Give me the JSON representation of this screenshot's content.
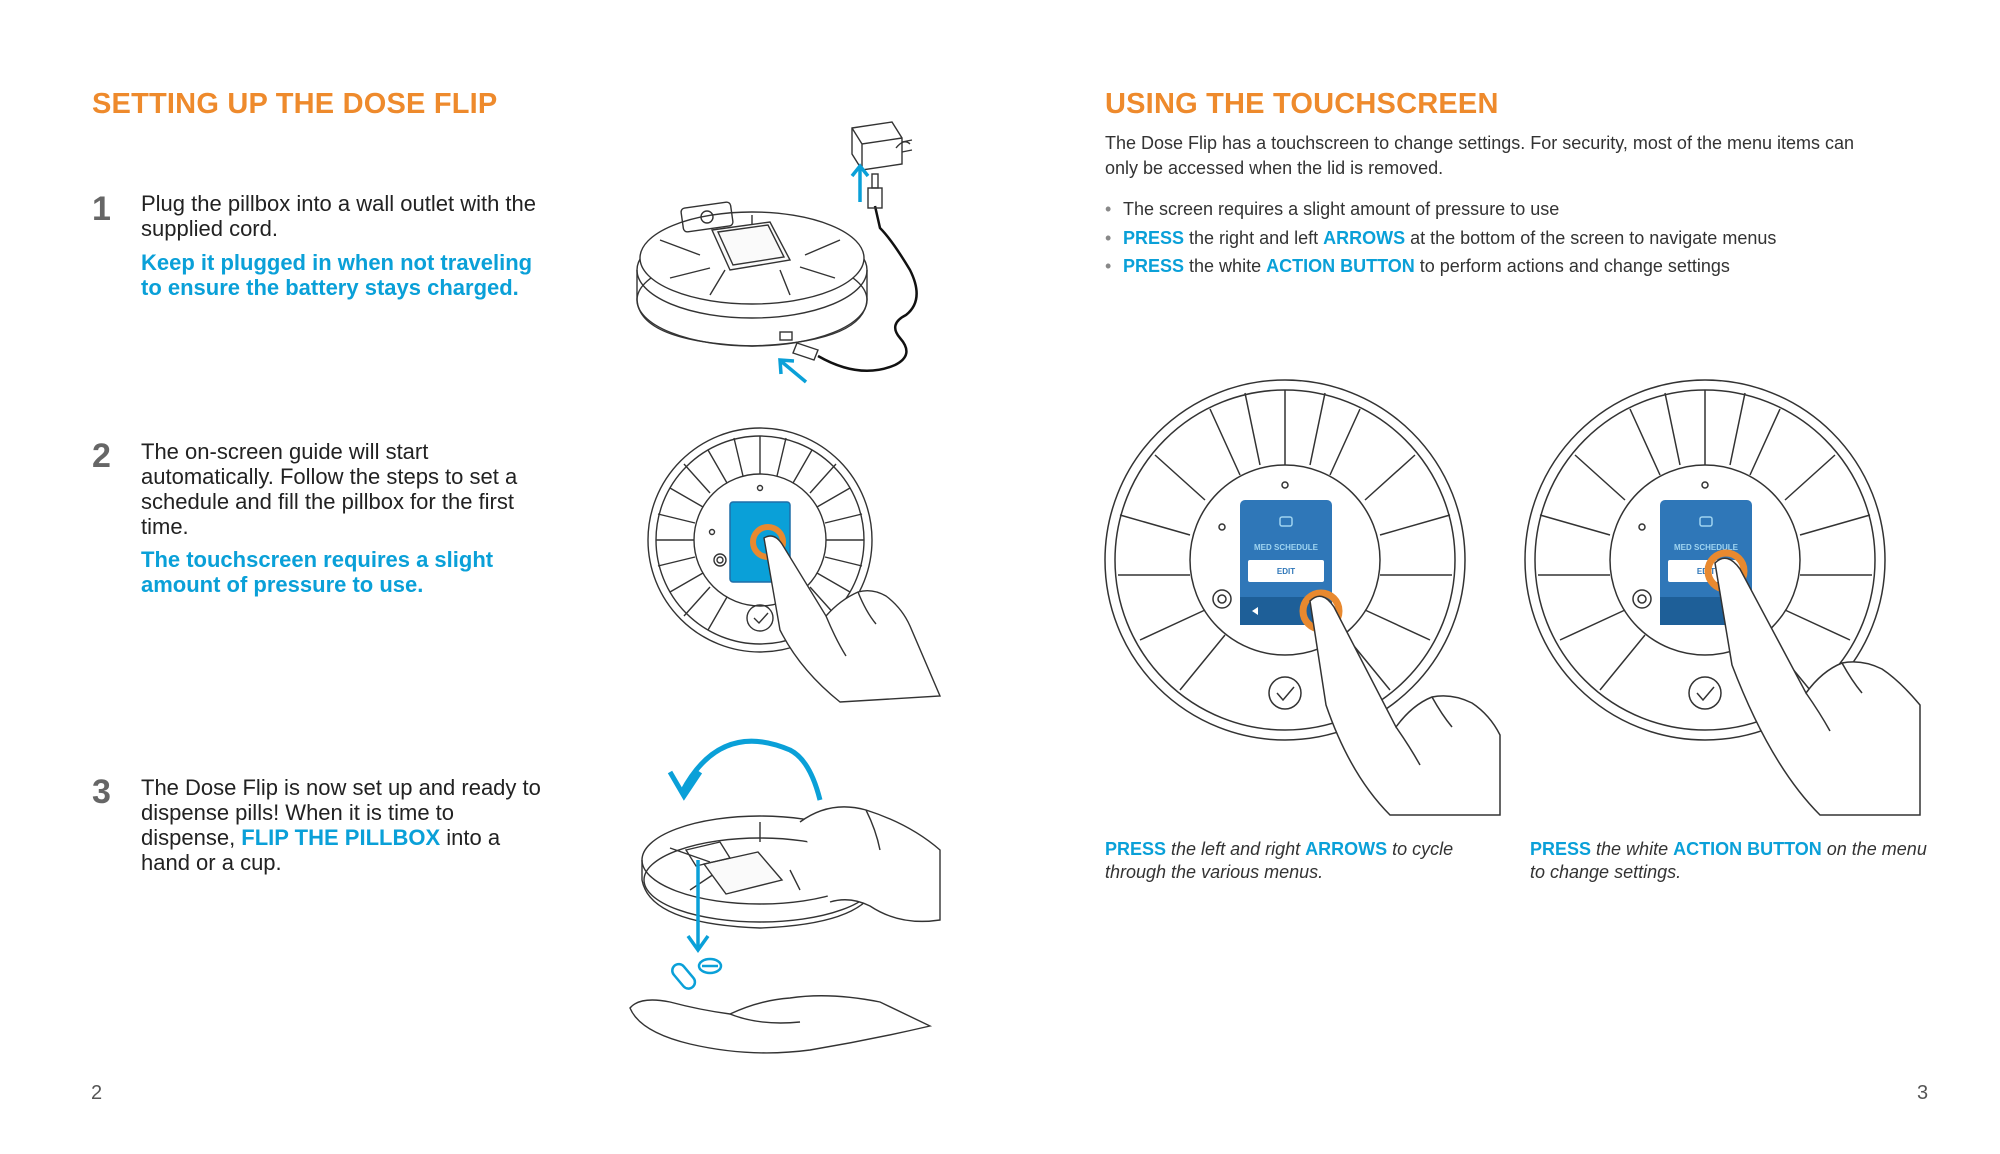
{
  "left_page": {
    "heading": "SETTING UP THE DOSE FLIP",
    "steps": [
      {
        "number": "1",
        "text": "Plug the pillbox into a wall outlet with the supplied cord.",
        "tip": "Keep it plugged in when not traveling to ensure the battery stays charged."
      },
      {
        "number": "2",
        "text": "The on-screen guide will start automatically. Follow the steps to set a schedule and fill the pillbox for the first time.",
        "tip": "The touchscreen requires a slight amount of pressure to use."
      },
      {
        "number": "3",
        "text_before": "The Dose Flip is now set up and ready to dispense pills! When it is time to dispense, ",
        "text_highlight": "FLIP THE PILLBOX",
        "text_after": " into a hand or a cup."
      }
    ],
    "page_number": "2"
  },
  "right_page": {
    "heading": "USING THE TOUCHSCREEN",
    "intro": "The Dose Flip has a touchscreen to change settings. For security, most of the menu items can only be accessed when the lid is removed.",
    "bullets": [
      {
        "plain": "The screen requires a slight amount of pressure to use"
      },
      {
        "hl1": "PRESS",
        "mid": " the right and left ",
        "hl2": "ARROWS",
        "end": " at the bottom of the screen to navigate menus"
      },
      {
        "hl1": "PRESS",
        "mid": " the white ",
        "hl2": "ACTION BUTTON",
        "end": " to perform actions and change settings"
      }
    ],
    "captions": [
      {
        "hl1": "PRESS",
        "mid": " the left and right ",
        "hl2": "ARROWS",
        "end": " to cycle through the various menus."
      },
      {
        "hl1": "PRESS",
        "mid": " the white ",
        "hl2": "ACTION BUTTON",
        "end": " on the menu to change settings."
      }
    ],
    "device_screen": {
      "menu_label": "MED SCHEDULE",
      "button_label": "EDIT"
    },
    "page_number": "3"
  },
  "colors": {
    "heading_orange": "#ee8a2c",
    "accent_blue": "#0aa0d8",
    "screen_blue": "#2f77b8",
    "finger_orange": "#e8892f"
  }
}
